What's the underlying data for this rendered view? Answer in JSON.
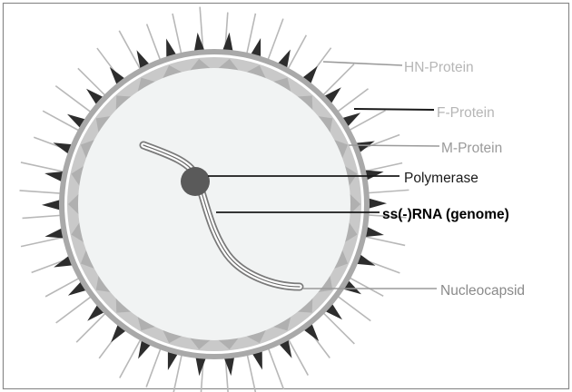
{
  "labels": {
    "hn_protein": "HN-Protein",
    "f_protein": "F-Protein",
    "m_protein": "M-Protein",
    "polymerase": "Polymerase",
    "genome": "ss(-)RNA (genome)",
    "nucleocapsid": "Nucleocapsid"
  },
  "colors": {
    "frame": "#8a8a8a",
    "spike_line": "#b8b8b8",
    "f_spike": "#2d2d2d",
    "membrane": "#a9a9a9",
    "matrix": "#b0b0b0",
    "interior": "#f1f3f3",
    "polymerase": "#5a5a5a",
    "label_light": "#b6b6b6",
    "label_mid": "#9a9a9a",
    "label_dark": "#1a1a1a"
  },
  "icons": {
    "virion": "paramyxovirus-particle",
    "polymerase": "polymerase-sphere"
  }
}
